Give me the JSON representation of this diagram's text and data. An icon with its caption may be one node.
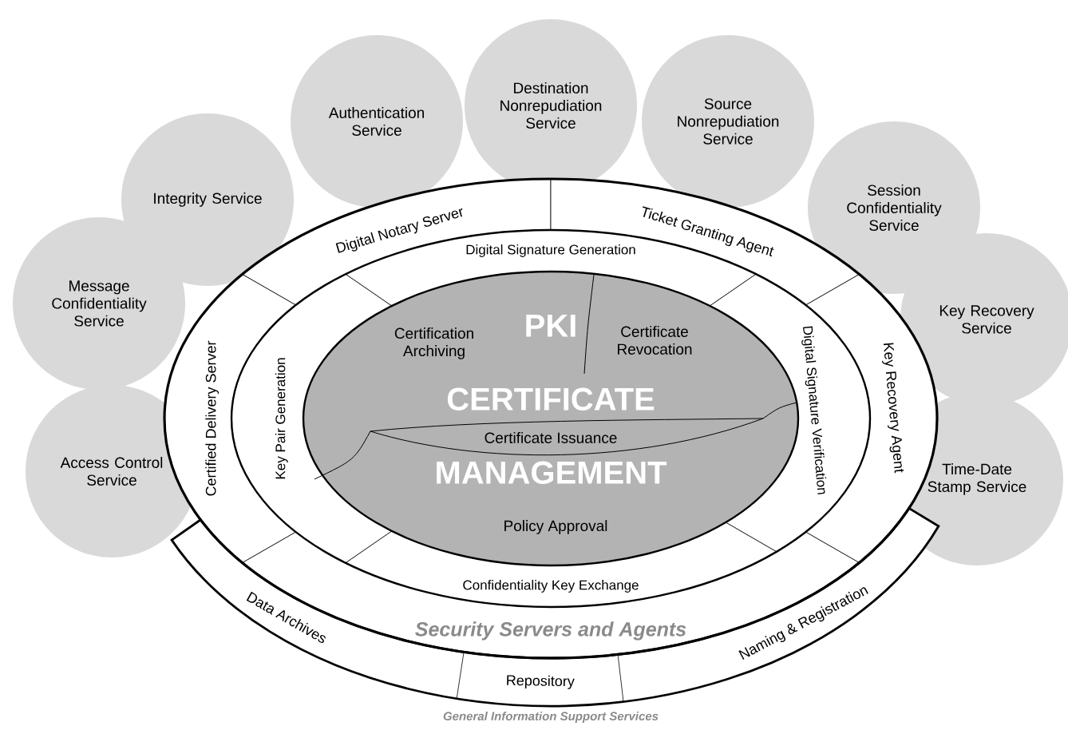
{
  "diagram": {
    "nodes": [
      {
        "text": [
          "Message Confidentiality Service"
        ]
      },
      {
        "text": [
          "Integrity Service"
        ]
      },
      {
        "text": [
          "Authentication Service"
        ]
      },
      {
        "text": [
          "Destination Nonrepudiation Service"
        ]
      },
      {
        "text": [
          "Source Nonrepudiation Service"
        ]
      },
      {
        "text": [
          "Session Confidentiality Service"
        ]
      },
      {
        "text": [
          "Key Recovery Service"
        ]
      },
      {
        "text": [
          "Time-Date Stamp Service"
        ]
      },
      {
        "text": [
          "Access Control Service"
        ]
      },
      {
        "text": [
          "Digital Notary Server"
        ]
      },
      {
        "text": [
          "Ticket Granting Agent"
        ]
      },
      {
        "text": [
          "Key Recovery Agent"
        ]
      },
      {
        "text": [
          "Certified Delivery Server"
        ]
      },
      {
        "text": [
          "Digital Signature Generation"
        ]
      },
      {
        "text": [
          "Digital Signature Verification"
        ]
      },
      {
        "text": [
          "Confidentiality Key Exchange"
        ]
      },
      {
        "text": [
          "Key Pair Generation"
        ]
      },
      {
        "text": [
          "PKI CERTIFICATE MANAGEMENT"
        ]
      },
      {
        "text": [
          "Certification Archiving"
        ],
        "in": 17
      },
      {
        "text": [
          "Certificate Revocation"
        ],
        "in": 17
      },
      {
        "text": [
          "Certificate Issuance"
        ],
        "in": 17
      },
      {
        "text": [
          "Policy Approval"
        ],
        "in": 17
      },
      {
        "text": [
          "Data Archives"
        ]
      },
      {
        "text": [
          "Repository"
        ]
      },
      {
        "text": [
          "Naming & Registration"
        ]
      }
    ],
    "labels": [
      "Security Servers and Agents",
      "General Information Support Services"
    ]
  }
}
